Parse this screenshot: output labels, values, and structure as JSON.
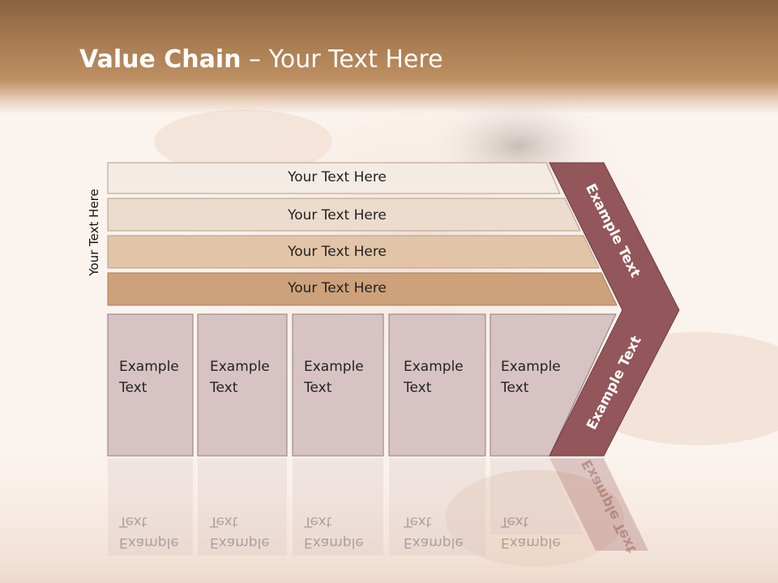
{
  "title": {
    "bold": "Value Chain",
    "rest": " – Your Text Here"
  },
  "side_label": "Your Text Here",
  "bands": [
    {
      "label": "Your Text Here"
    },
    {
      "label": "Your Text Here"
    },
    {
      "label": "Your Text Here"
    },
    {
      "label": "Your Text Here"
    }
  ],
  "boxes": [
    {
      "line1": "Example",
      "line2": "Text"
    },
    {
      "line1": "Example",
      "line2": "Text"
    },
    {
      "line1": "Example",
      "line2": "Text"
    },
    {
      "line1": "Example",
      "line2": "Text"
    },
    {
      "line1": "Example",
      "line2": "Text"
    }
  ],
  "arrow": {
    "upper_label": "Example Text",
    "lower_label": "Example Text"
  },
  "colors": {
    "band_1": "#f4ebe4",
    "band_2": "#ecdccd",
    "band_3": "#e2c5a8",
    "band_4": "#cda17a",
    "box_fill": "#d8c3c4",
    "arrow_fill": "#93565a",
    "header": "#a77a50"
  }
}
